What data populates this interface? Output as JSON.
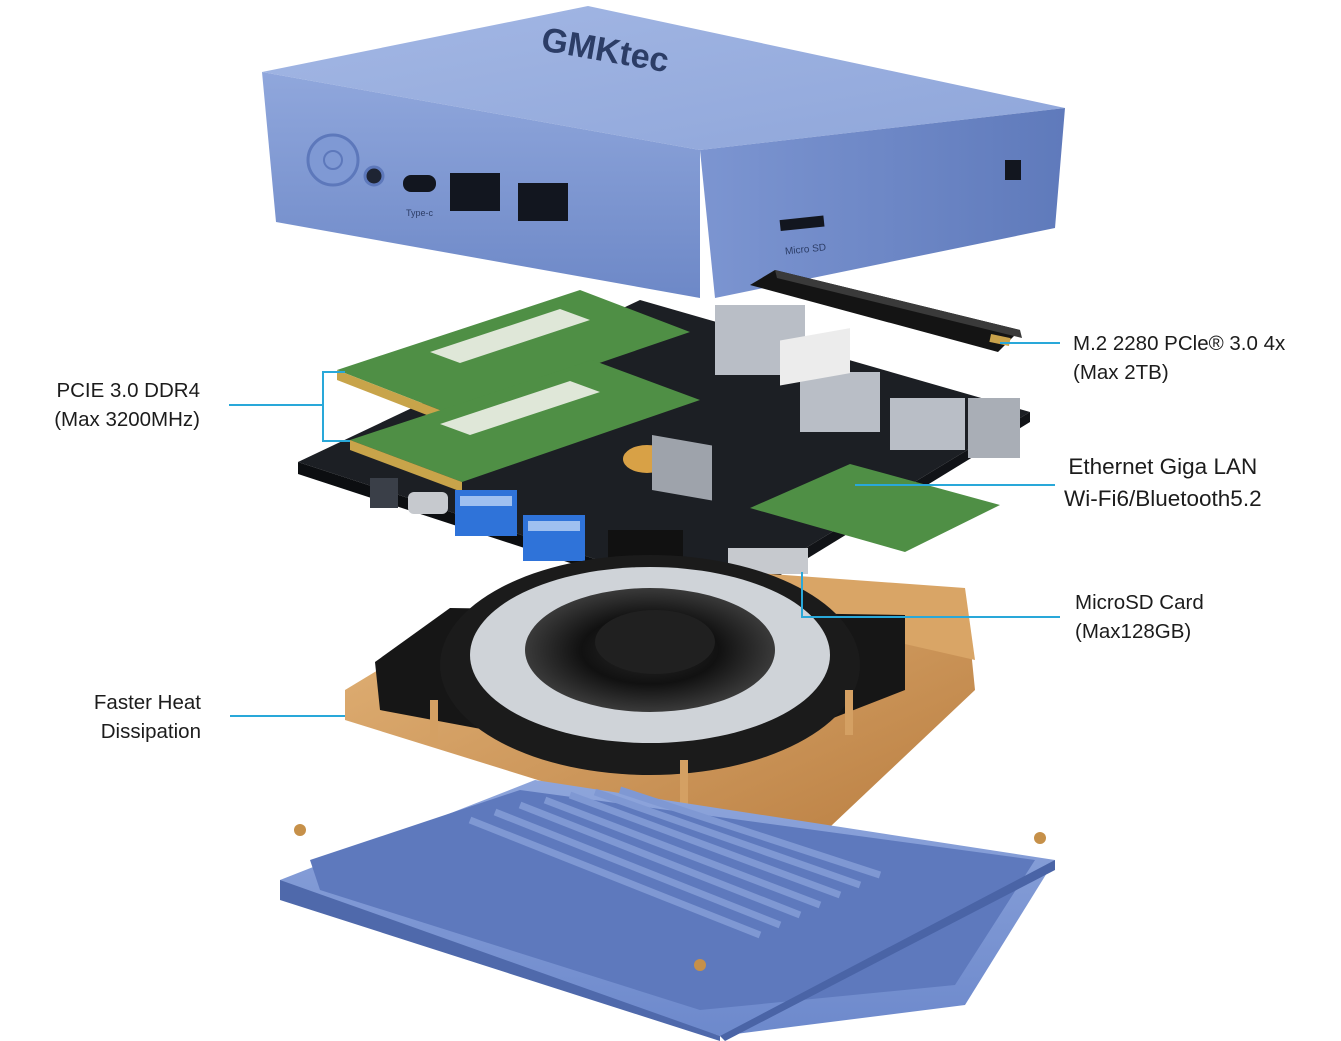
{
  "brand": "GMKtec",
  "ports": {
    "typec_label": "Type-c",
    "microsd_label": "Micro SD"
  },
  "callouts": {
    "ssd": {
      "line1": "M.2 2280 PCle® 3.0 4x",
      "line2": "(Max 2TB)"
    },
    "ram": {
      "line1": "PCIE 3.0 DDR4",
      "line2": "(Max 3200MHz)"
    },
    "network": {
      "line1": "Ethernet Giga LAN",
      "line2": "Wi-Fi6/Bluetooth5.2"
    },
    "microsd": {
      "line1": "MicroSD Card",
      "line2": "(Max128GB)"
    },
    "cooling": {
      "line1": "Faster Heat",
      "line2": "Dissipation"
    }
  },
  "colors": {
    "case_blue": "#8aa3da",
    "case_blue_dark": "#6a85c4",
    "leader_line": "#29a8d9",
    "pcb": "#1c1f24",
    "ram_green": "#4f8f45",
    "copper": "#d4a063",
    "usb_blue": "#2f73d9"
  }
}
